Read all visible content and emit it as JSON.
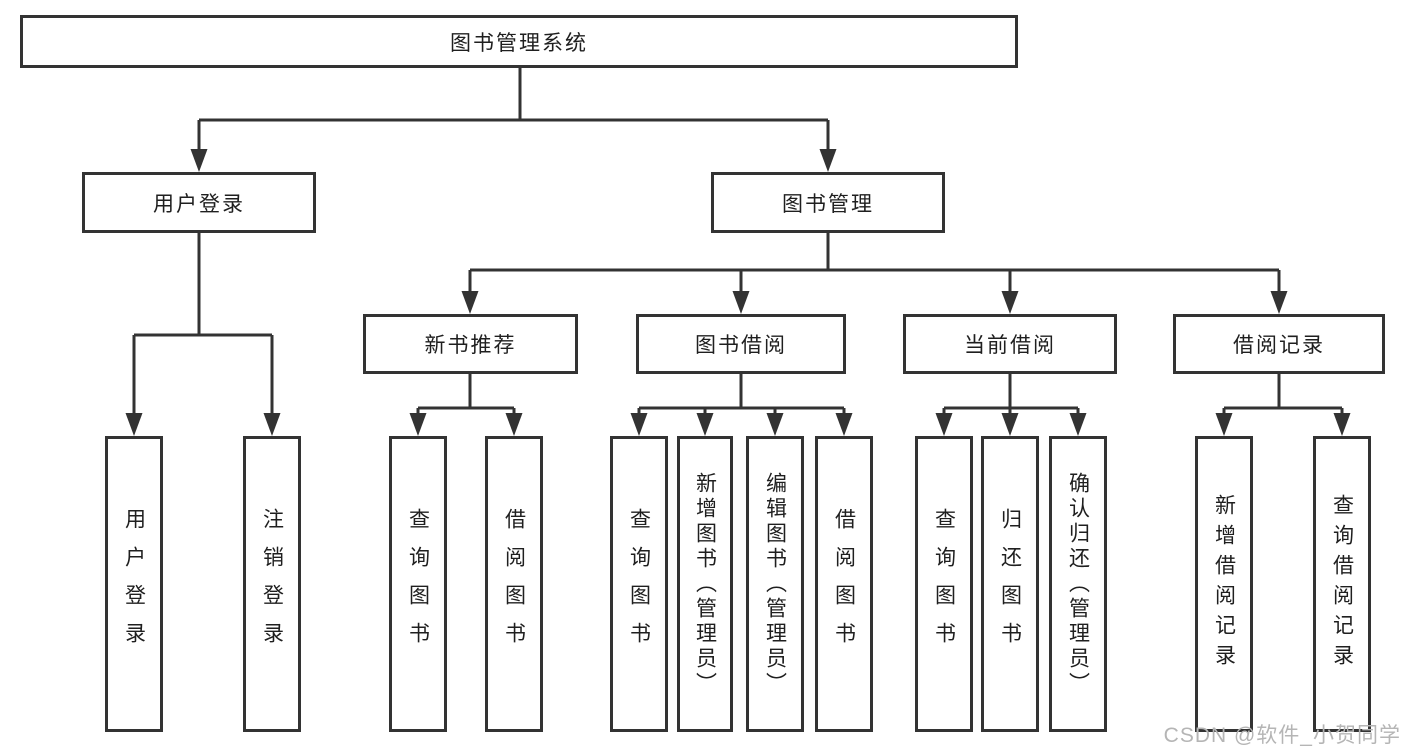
{
  "diagram_type": "hierarchy-tree",
  "colors": {
    "line": "#333333",
    "border": "#333333",
    "text": "#1f1f1f",
    "background": "#ffffff",
    "watermark": "#b5b5b5"
  },
  "nodes": {
    "root": "图书管理系统",
    "user_login": "用户登录",
    "book_management": "图书管理",
    "new_book_recommend": "新书推荐",
    "book_borrowing": "图书借阅",
    "current_borrowing": "当前借阅",
    "borrowing_records": "借阅记录",
    "leaves": {
      "user_login": [
        "用户登录",
        "注销登录"
      ],
      "new_book_recommend": [
        "查询图书",
        "借阅图书"
      ],
      "book_borrowing": [
        "查询图书",
        "新增图书（管理员）",
        "编辑图书（管理员）",
        "借阅图书"
      ],
      "current_borrowing": [
        "查询图书",
        "归还图书",
        "确认归还（管理员）"
      ],
      "borrowing_records": [
        "新增借阅记录",
        "查询借阅记录"
      ]
    }
  },
  "watermark": "CSDN @软件_小贺同学"
}
